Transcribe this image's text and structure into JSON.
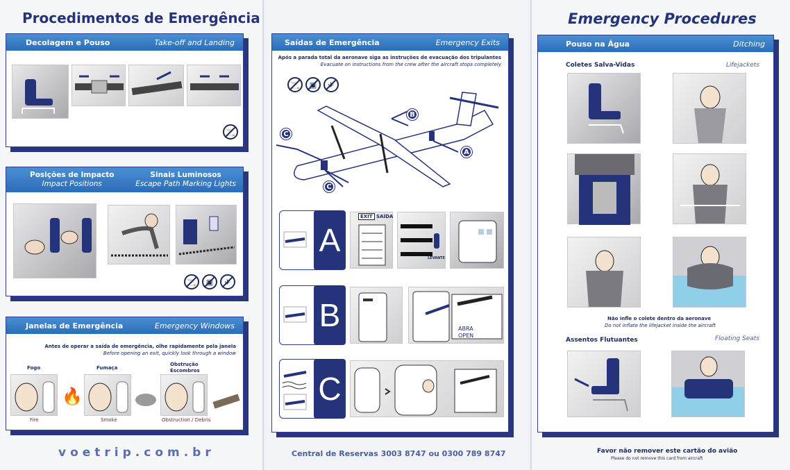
{
  "left_panel": {
    "title": "Procedimentos de Emergência",
    "takeoff": {
      "pt": "Decolagem e Pouso",
      "en": "Take-off and Landing"
    },
    "impact": {
      "pt": "Posições de Impacto",
      "en": "Impact Positions"
    },
    "lights": {
      "pt": "Sinais Luminosos",
      "en": "Escape Path Marking Lights"
    },
    "windows": {
      "pt": "Janelas de Emergência",
      "en": "Emergency Windows",
      "instruction_pt": "Antes de operar a saída de emergência, olhe rapidamente pela janela",
      "instruction_en": "Before opening an exit, quickly look through a window",
      "fire_pt": "Fogo",
      "smoke_pt": "Fumaça",
      "obstruction_pt": "Obstrução Escombros",
      "fire_en": "Fire",
      "smoke_en": "Smoke",
      "obstruction_en": "Obstruction / Debris"
    },
    "footer": "voetrip.com.br"
  },
  "middle_panel": {
    "exits": {
      "pt": "Saídas de Emergência",
      "en": "Emergency Exits",
      "instruction_pt": "Após a parada total da aeronave siga as instruções de evacuação dos tripulantes",
      "instruction_en": "Evacuate on instructions from the crew after the aircraft stops completely"
    },
    "exit_letters": [
      "A",
      "B",
      "C"
    ],
    "exit_sign": "EXIT",
    "exit_sign_pt": "SAÍDA",
    "open_label_pt": "ABRA",
    "open_label_en": "OPEN",
    "lift_label": "LEVANTE",
    "footer": "Central de Reservas 3003 8747 ou 0300 789 8747"
  },
  "right_panel": {
    "title": "Emergency Procedures",
    "ditching": {
      "pt": "Pouso na Água",
      "en": "Ditching"
    },
    "lifejackets": {
      "pt": "Coletes Salva-Vidas",
      "en": "Lifejackets"
    },
    "warning_pt": "Não infle o colete dentro da aeronave",
    "warning_en": "Do not inflate the lifejacket inside the aircraft",
    "floating": {
      "pt": "Assentos Flutuantes",
      "en": "Floating Seats"
    },
    "footer_pt": "Favor não remover este cartão do avião",
    "footer_en": "Please do not remove this card from aircraft"
  },
  "colors": {
    "navy": "#25337a",
    "header_blue": "#2b6db8",
    "accent_red": "#7a2a2a"
  },
  "icons": [
    "no-smoking-icon",
    "no-bag-icon",
    "no-phone-icon"
  ]
}
